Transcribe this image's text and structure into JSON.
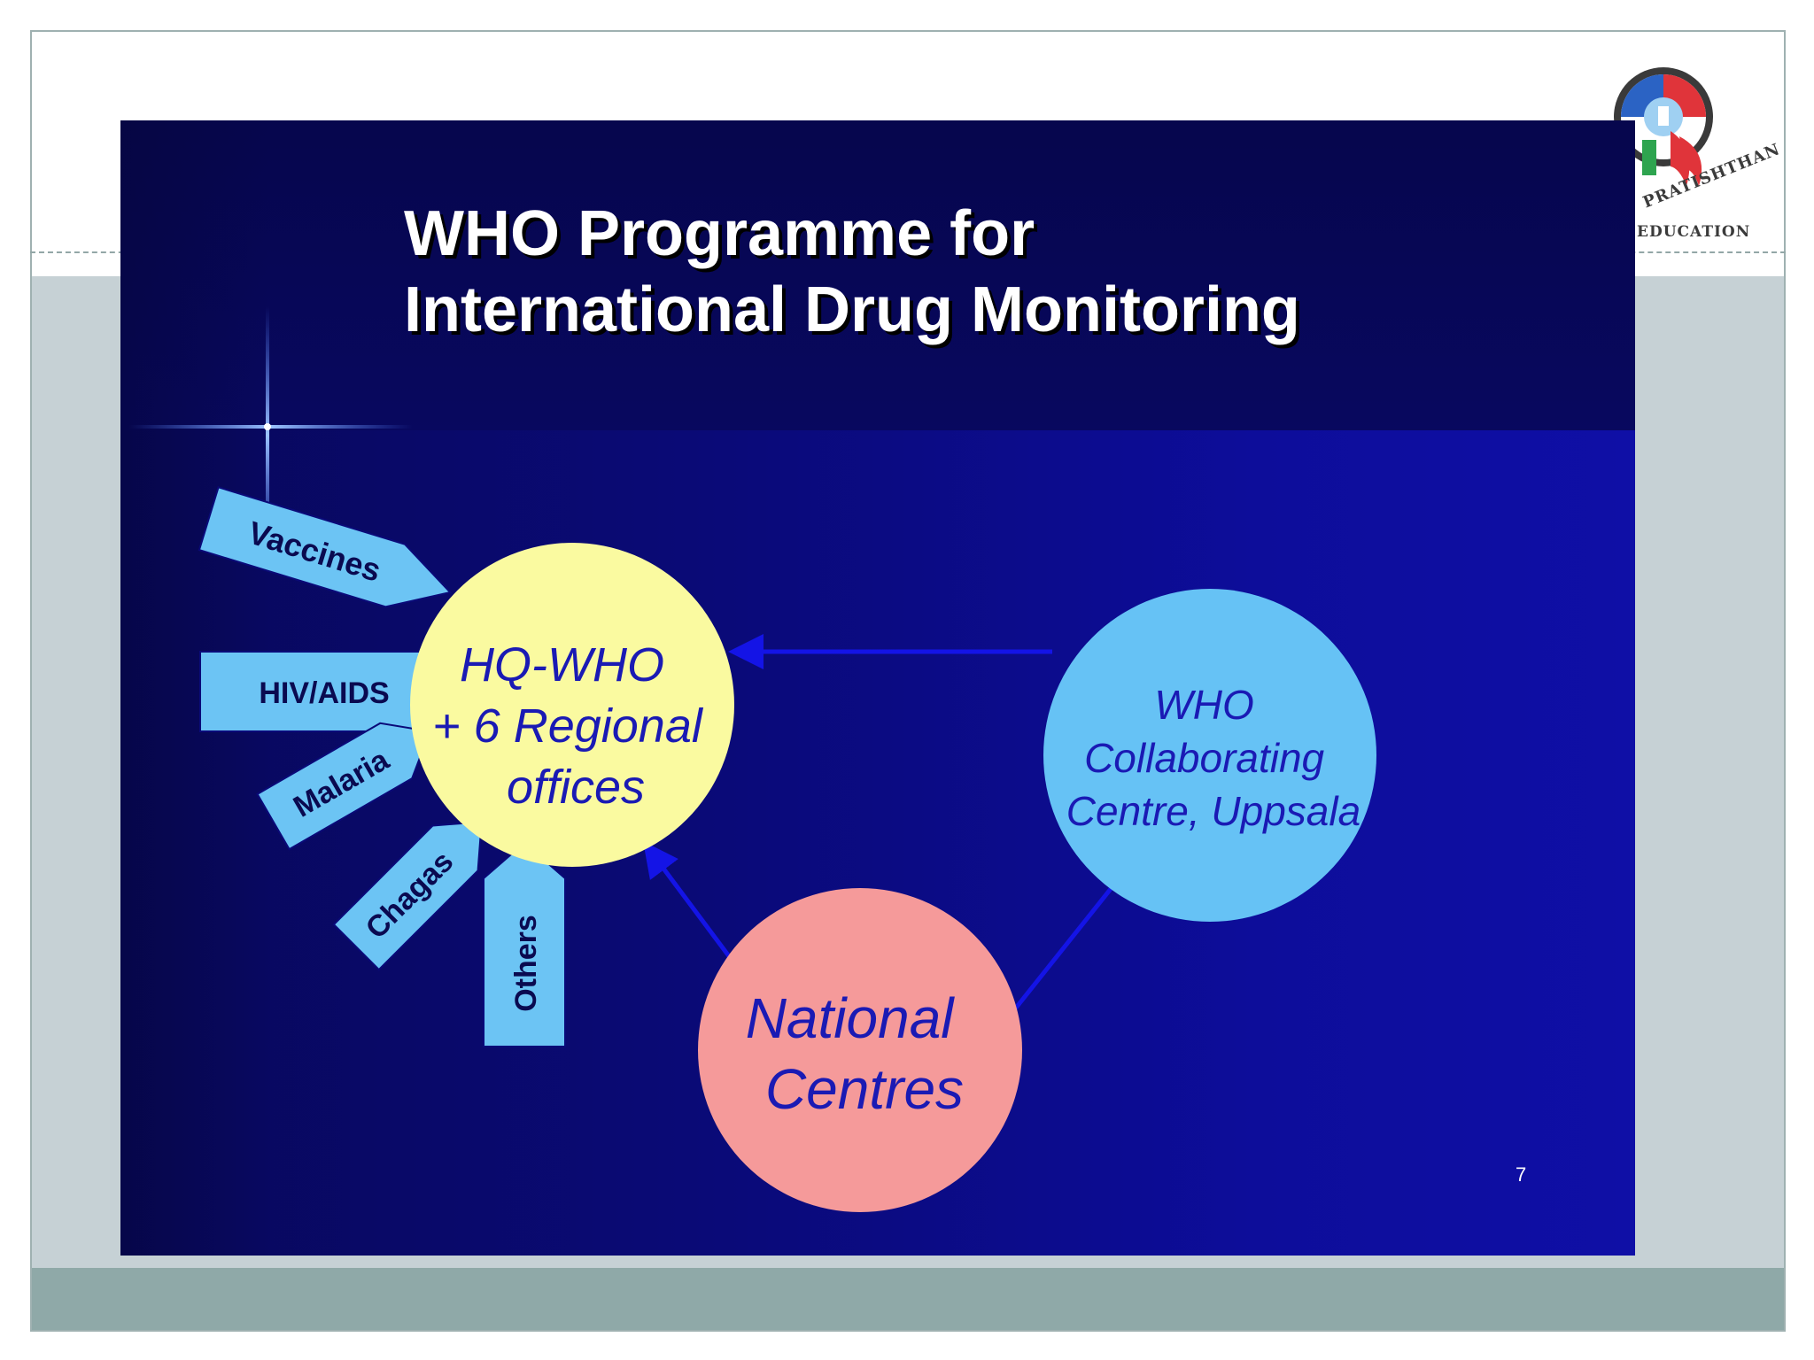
{
  "slide": {
    "title_line1": "WHO Programme for",
    "title_line2": "International Drug Monitoring",
    "page_number": "7"
  },
  "logo": {
    "text_line1": "PRATISHTHAN",
    "text_line2": "EDUCATION"
  },
  "nodes": {
    "hq": [
      "HQ-WHO",
      "+ 6 Regional",
      "offices"
    ],
    "uppsala": [
      "WHO",
      "Collaborating",
      "Centre, Uppsala"
    ],
    "national": [
      "National",
      "Centres"
    ]
  },
  "programmes": [
    "Vaccines",
    "HIV/AIDS",
    "Malaria",
    "Chagas",
    "Others"
  ],
  "colors": {
    "hq_fill": "#fafaa0",
    "uppsala_fill": "#66c2f5",
    "national_fill": "#f59a9a",
    "tag_fill": "#6cc4f4",
    "node_text": "#1a1ab4",
    "arrow": "#1414e6"
  }
}
